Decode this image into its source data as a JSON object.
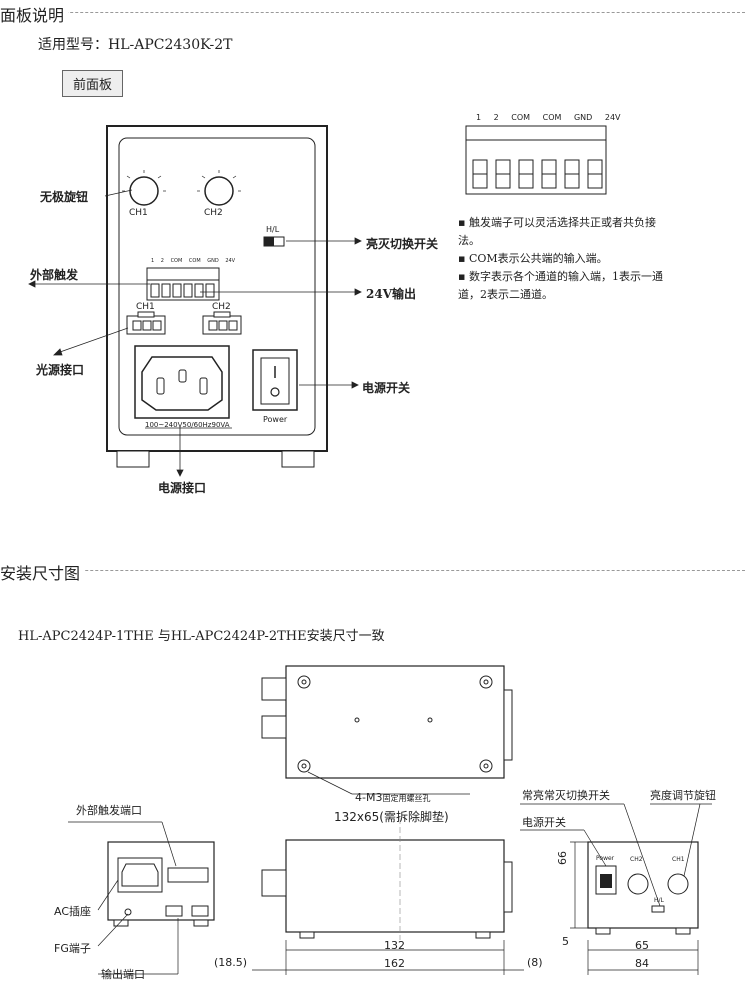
{
  "panel_section": {
    "title": "面板说明",
    "model": "适用型号：HL-APC2430K-2T",
    "tab": "前面板"
  },
  "front_panel": {
    "knob_label": "无极旋钮",
    "ch1": "CH1",
    "ch2": "CH2",
    "hl": "H/L",
    "switch_label": "亮灭切换开关",
    "ext_trigger": "外部触发",
    "output_24v": "24V输出",
    "light_port": "光源接口",
    "power_switch": "电源开关",
    "power_port": "电源接口",
    "power": "Power",
    "voltage": "100~240V50/60Hz90VA",
    "terminals": [
      "1",
      "2",
      "COM",
      "COM",
      "GND",
      "24V"
    ]
  },
  "terminal_block": {
    "labels": [
      "1",
      "2",
      "COM",
      "COM",
      "GND",
      "24V"
    ],
    "notes": [
      "▪ 触发端子可以灵活选择共正或者共负接",
      "法。",
      "▪ COM表示公共端的输入端。",
      "▪ 数字表示各个通道的输入端，1表示一通",
      "道，2表示二通道。"
    ]
  },
  "install_section": {
    "title": "安装尺寸图",
    "subtitle": "HL-APC2424P-1THE 与HL-APC2424P-2THE安装尺寸一致",
    "ext_trigger_port": "外部触发端口",
    "ac_socket": "AC插座",
    "fg_terminal": "FG端子",
    "output_port": "输出端口",
    "m3": "4-M3固定用螺丝孔",
    "m3_a": "4-M3",
    "m3_b": "固定用螺丝孔",
    "dims_note": "132x65(需拆除脚垫)",
    "switch_label": "常亮常灭切换开关",
    "knob_label": "亮度调节旋钮",
    "power_switch": "电源开关",
    "power": "Power",
    "ch1": "CH1",
    "ch2": "CH2",
    "hl": "H/L",
    "dim_185": "(18.5)",
    "dim_132": "132",
    "dim_162": "162",
    "dim_8": "(8)",
    "dim_66": "66",
    "dim_5": "5",
    "dim_65": "65",
    "dim_84": "84"
  }
}
